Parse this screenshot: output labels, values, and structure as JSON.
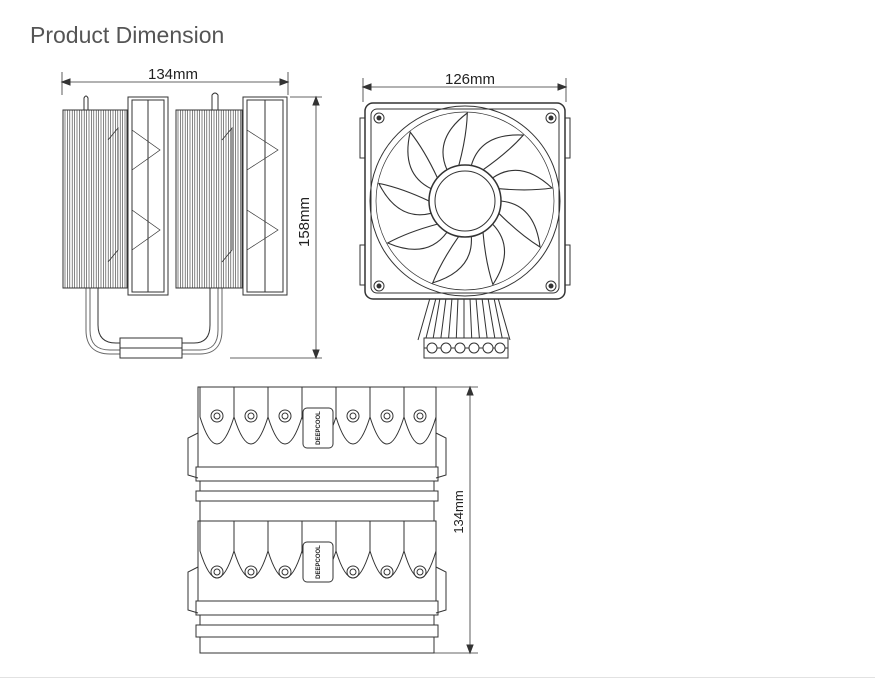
{
  "page": {
    "heading": "Product Dimension"
  },
  "dimensions": {
    "side_width": "134mm",
    "side_height": "158mm",
    "front_width": "126mm",
    "top_depth": "134mm"
  },
  "brand_mark": "DEEPCOOL",
  "colors": {
    "heading": "#555555",
    "line": "#333333",
    "text": "#222222"
  }
}
